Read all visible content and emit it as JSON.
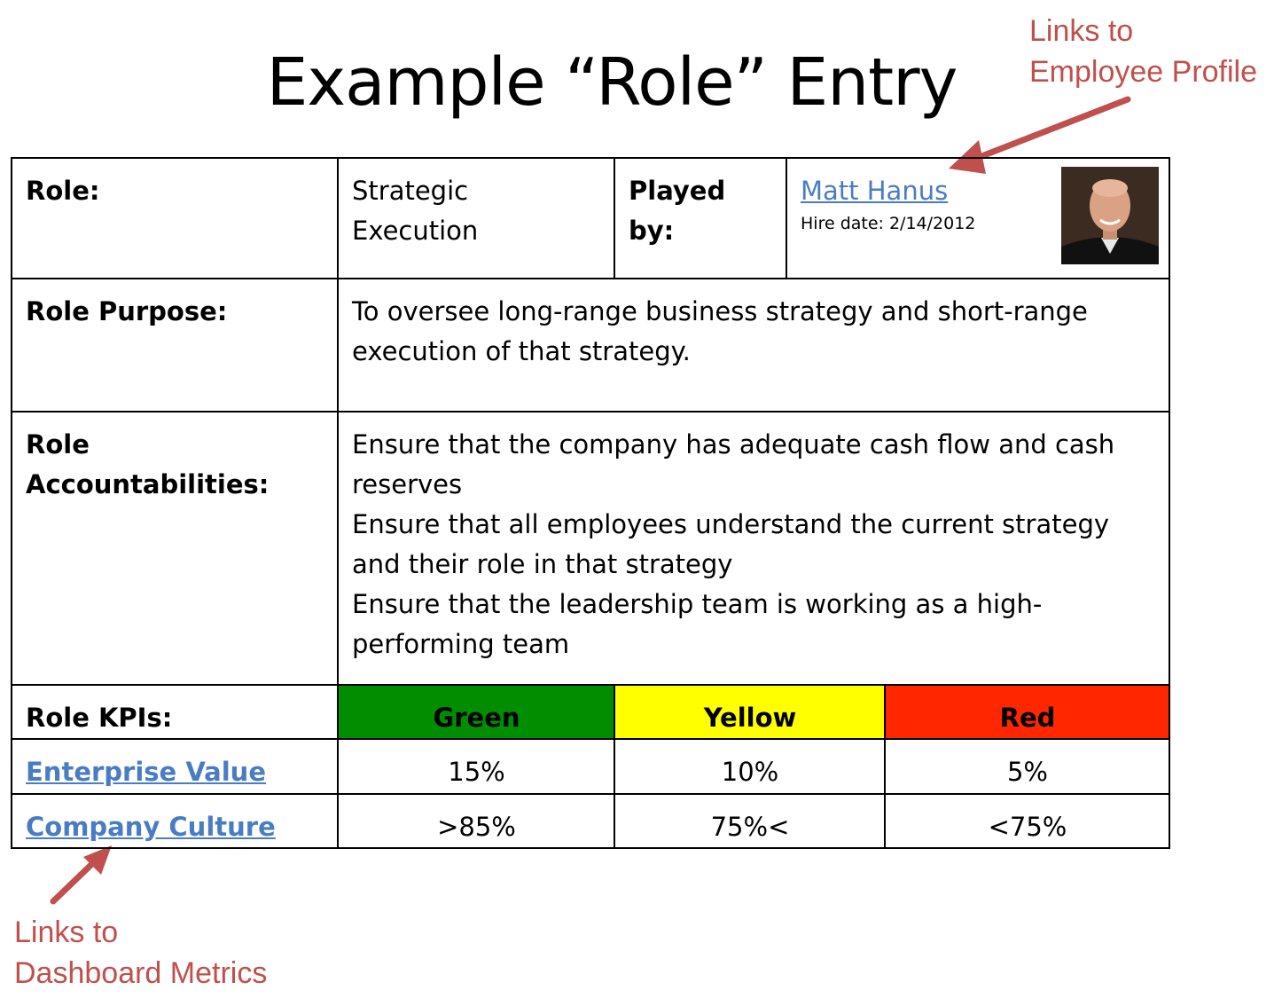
{
  "title": "Example “Role” Entry",
  "annotations": {
    "employee_profile": [
      "Links to",
      "Employee Profile"
    ],
    "dashboard_metrics": [
      "Links to",
      "Dashboard Metrics"
    ]
  },
  "role_row": {
    "role_label": "Role:",
    "role_value": "Strategic Execution",
    "played_by_label": "Played by:",
    "employee_name": "Matt Hanus",
    "hire_date": "Hire date: 2/14/2012"
  },
  "purpose": {
    "label": "Role Purpose:",
    "text": "To oversee long-range business strategy and short-range execution of that strategy."
  },
  "accountabilities": {
    "label": "Role Accountabilities:",
    "items": [
      "Ensure that the company has adequate cash flow and cash reserves",
      "Ensure that all employees understand the current strategy and their role in that strategy",
      "Ensure that the leadership team is working as a high-performing team"
    ]
  },
  "kpis": {
    "label": "Role KPIs:",
    "headers": [
      {
        "label": "Green",
        "color": "#008e00"
      },
      {
        "label": "Yellow",
        "color": "#ffff00"
      },
      {
        "label": "Red",
        "color": "#ff2600"
      }
    ],
    "rows": [
      {
        "name": "Enterprise Value",
        "values": [
          "15%",
          "10%",
          "5%"
        ]
      },
      {
        "name": "Company Culture",
        "values": [
          ">85%",
          "75%<",
          "<75%"
        ]
      }
    ]
  },
  "colors": {
    "annotation": "#c0504d",
    "link": "#4a7cc4"
  }
}
